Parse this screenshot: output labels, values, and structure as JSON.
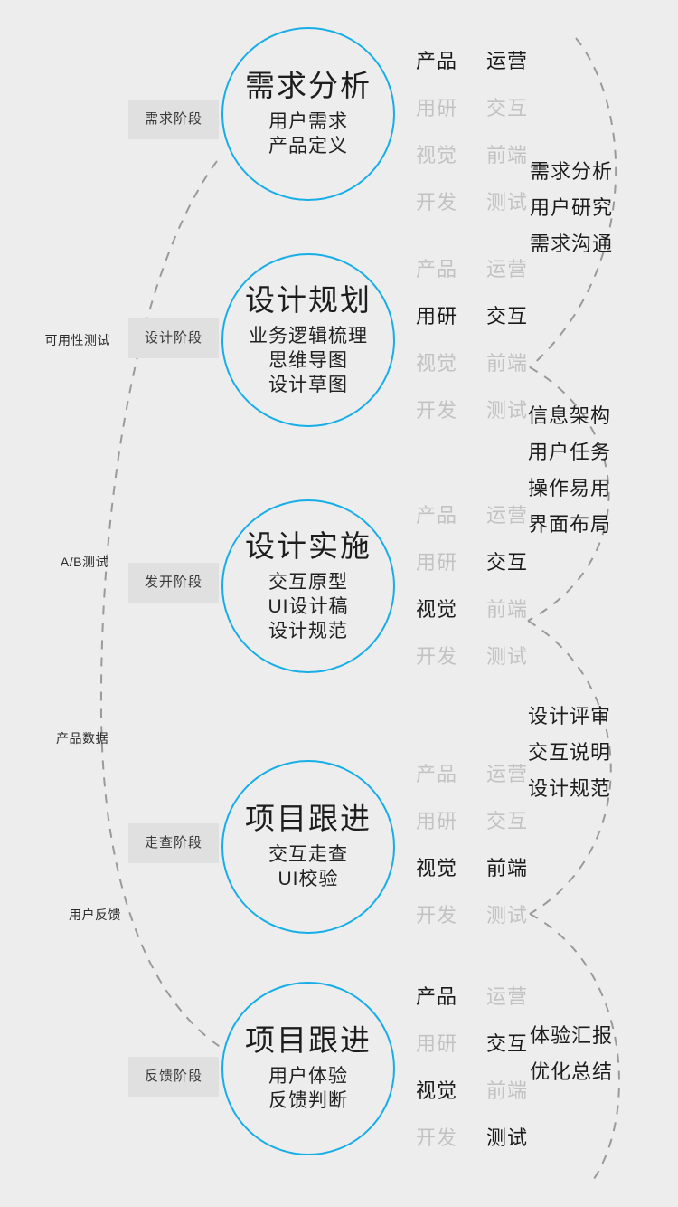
{
  "theme": {
    "background": "#ededed",
    "circle_stroke": "#17aee8",
    "chip_background": "#e0e0e0",
    "role_active": "#1a1a1a",
    "role_inactive": "#c3c3c3",
    "dash_stroke": "#9a9a9a"
  },
  "stages": [
    {
      "chip": "需求阶段",
      "title": "需求分析",
      "sub": [
        "用户需求",
        "产品定义"
      ],
      "roles": [
        {
          "label": "产品",
          "active": true
        },
        {
          "label": "运营",
          "active": true
        },
        {
          "label": "用研",
          "active": false
        },
        {
          "label": "交互",
          "active": false
        },
        {
          "label": "视觉",
          "active": false
        },
        {
          "label": "前端",
          "active": false
        },
        {
          "label": "开发",
          "active": false
        },
        {
          "label": "测试",
          "active": false
        }
      ]
    },
    {
      "chip": "设计阶段",
      "title": "设计规划",
      "sub": [
        "业务逻辑梳理",
        "思维导图",
        "设计草图"
      ],
      "roles": [
        {
          "label": "产品",
          "active": false
        },
        {
          "label": "运营",
          "active": false
        },
        {
          "label": "用研",
          "active": true
        },
        {
          "label": "交互",
          "active": true
        },
        {
          "label": "视觉",
          "active": false
        },
        {
          "label": "前端",
          "active": false
        },
        {
          "label": "开发",
          "active": false
        },
        {
          "label": "测试",
          "active": false
        }
      ]
    },
    {
      "chip": "发开阶段",
      "title": "设计实施",
      "sub": [
        "交互原型",
        "UI设计稿",
        "设计规范"
      ],
      "roles": [
        {
          "label": "产品",
          "active": false
        },
        {
          "label": "运营",
          "active": false
        },
        {
          "label": "用研",
          "active": false
        },
        {
          "label": "交互",
          "active": true
        },
        {
          "label": "视觉",
          "active": true
        },
        {
          "label": "前端",
          "active": false
        },
        {
          "label": "开发",
          "active": false
        },
        {
          "label": "测试",
          "active": false
        }
      ]
    },
    {
      "chip": "走查阶段",
      "title": "项目跟进",
      "sub": [
        "交互走查",
        "UI校验"
      ],
      "roles": [
        {
          "label": "产品",
          "active": false
        },
        {
          "label": "运营",
          "active": false
        },
        {
          "label": "用研",
          "active": false
        },
        {
          "label": "交互",
          "active": false
        },
        {
          "label": "视觉",
          "active": true
        },
        {
          "label": "前端",
          "active": true
        },
        {
          "label": "开发",
          "active": false
        },
        {
          "label": "测试",
          "active": false
        }
      ]
    },
    {
      "chip": "反馈阶段",
      "title": "项目跟进",
      "sub": [
        "用户体验",
        "反馈判断"
      ],
      "roles": [
        {
          "label": "产品",
          "active": true
        },
        {
          "label": "运营",
          "active": false
        },
        {
          "label": "用研",
          "active": false
        },
        {
          "label": "交互",
          "active": true
        },
        {
          "label": "视觉",
          "active": true
        },
        {
          "label": "前端",
          "active": false
        },
        {
          "label": "开发",
          "active": false
        },
        {
          "label": "测试",
          "active": true
        }
      ]
    }
  ],
  "outputs": [
    {
      "lines": [
        "需求分析",
        "用户研究",
        "需求沟通"
      ]
    },
    {
      "lines": [
        "信息架构",
        "用户任务",
        "操作易用",
        "界面布局"
      ]
    },
    {
      "lines": [
        "设计评审",
        "交互说明",
        "设计规范"
      ]
    },
    {
      "lines": [
        "体验汇报",
        "优化总结"
      ]
    }
  ],
  "loop_labels": [
    {
      "text": "可用性测试"
    },
    {
      "text": "A/B测试"
    },
    {
      "text": "产品数据"
    },
    {
      "text": "用户反馈"
    }
  ]
}
